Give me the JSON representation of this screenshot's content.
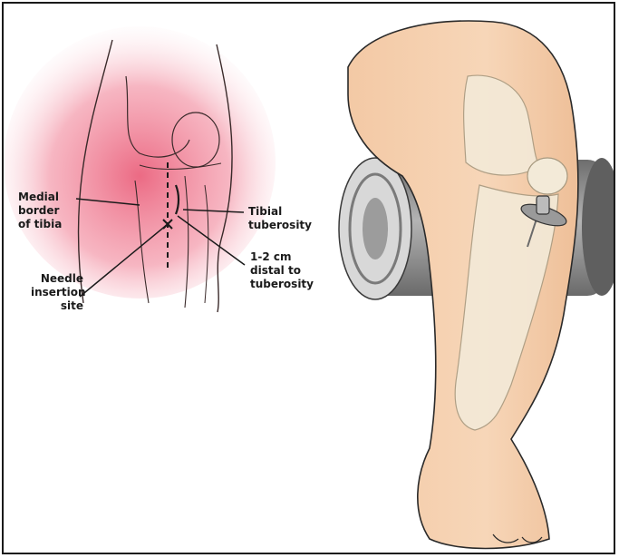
{
  "labels": {
    "medial_border": "Medial\nborder\nof tibia",
    "tibial_tuberosity": "Tibial\ntuberosity",
    "distal": "1-2 cm\ndistal to\ntuberosity",
    "needle_site": "Needle\ninsertion\nsite"
  },
  "colors": {
    "inflammation": "#e8506e",
    "skin": "#f6d2b0",
    "bone": "#f3ead8",
    "roll": "#8f8f8f",
    "outline": "#1a1a1a"
  }
}
